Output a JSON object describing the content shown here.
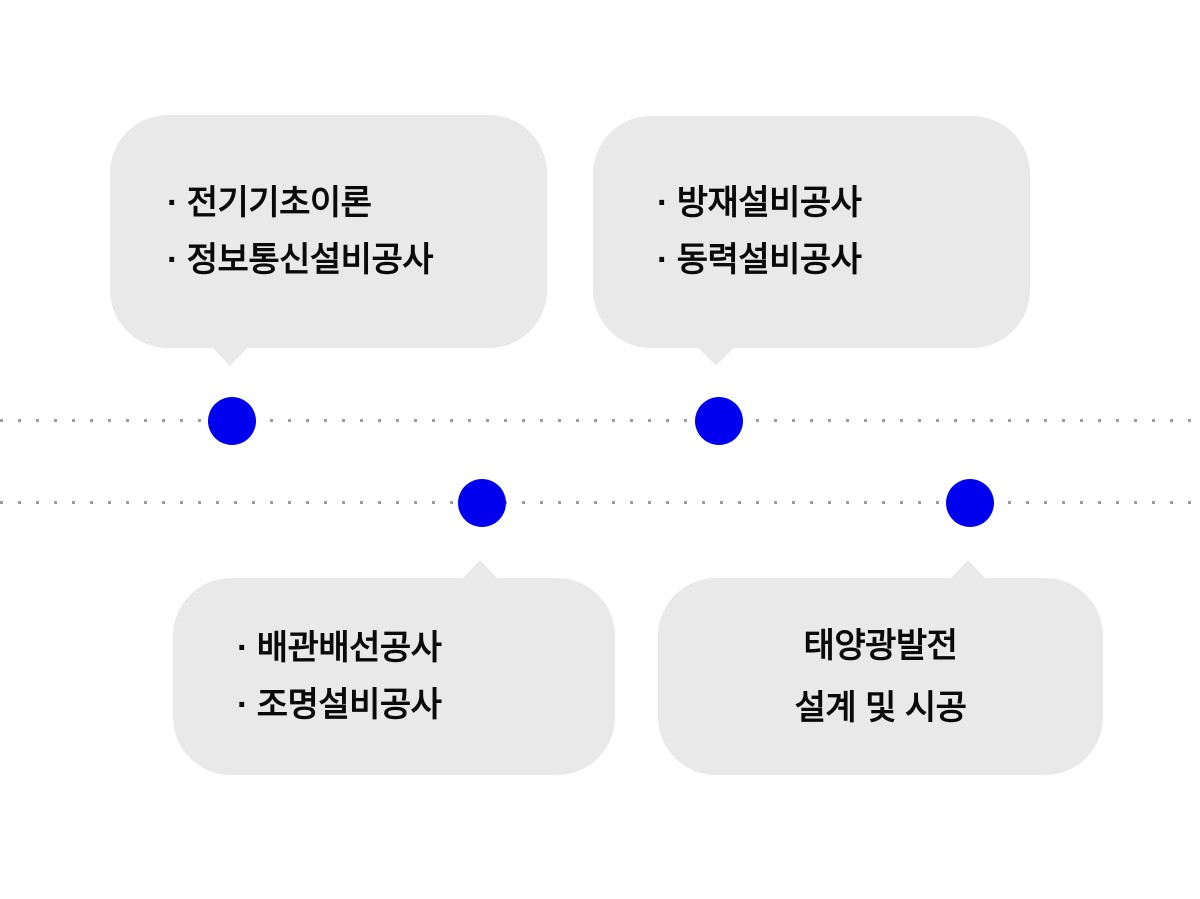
{
  "page": {
    "background": "#ffffff"
  },
  "colors": {
    "bubble_bg": "#e9e9e9",
    "marker_blue": "#0000ee",
    "dotted_gray": "#9c9c9c",
    "text_color": "#0a0a0a"
  },
  "timeline": {
    "line_count": 2,
    "marker_count": 4
  },
  "bubbles": [
    {
      "position": "top-left",
      "tail": "down",
      "lines": [
        "· 전기기초이론",
        "· 정보통신설비공사"
      ]
    },
    {
      "position": "top-right",
      "tail": "down",
      "lines": [
        "· 방재설비공사",
        "· 동력설비공사"
      ]
    },
    {
      "position": "bottom-left",
      "tail": "up",
      "lines": [
        "· 배관배선공사",
        "· 조명설비공사"
      ]
    },
    {
      "position": "bottom-right",
      "tail": "up",
      "lines": [
        "태양광발전",
        "설계 및 시공"
      ]
    }
  ]
}
